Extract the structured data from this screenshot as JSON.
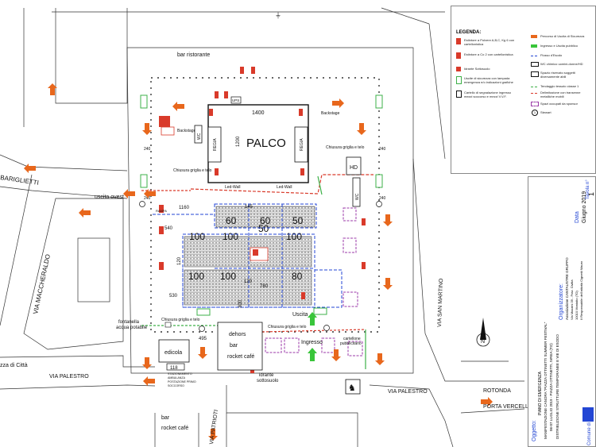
{
  "plan": {
    "stage": "PALCO",
    "stage_width": "1400",
    "stage_depth": "1200",
    "ups": "UPS",
    "regia_label": "REGIA",
    "led_wall": "Led-Wall",
    "backstage": "Backstage",
    "bar_ristorante": "bar ristorante",
    "uscita_ovest": "uscita ovest",
    "uscita": "Uscita",
    "ingresso": "Ingresso",
    "chiusura": "Chiusura griglia e telo",
    "fontanella": [
      "fontanella",
      "acqua potabile"
    ],
    "dehors": [
      "dehors",
      "bar",
      "rocket café"
    ],
    "edicola": "edicola",
    "cartellone": [
      "cartellone",
      "pubblicitario"
    ],
    "ambulanza": [
      "STAZIONAMENTO",
      "AMBULANZA",
      "POSTAZIONE PRIMO",
      "SOCCORSO"
    ],
    "ambulanza_num": "118",
    "idrante": [
      "idrante",
      "sottosuolo"
    ],
    "hd": "HD",
    "wc": "WC",
    "rampa": "RAMPA",
    "bar_bottom": [
      "bar",
      "rocket café"
    ],
    "dims": {
      "d1160": "1160",
      "d145": "145",
      "d540": "540",
      "d120a": "120",
      "d530": "530",
      "d780": "780",
      "d120b": "120",
      "d495": "495",
      "d300": "300",
      "d240a": "240",
      "d240b": "240",
      "d240c": "240",
      "d240d": "240"
    },
    "seat_blocks": [
      "60",
      "60",
      "50",
      "100",
      "100",
      "50",
      "100",
      "100",
      "100",
      "80"
    ]
  },
  "streets": {
    "barigliett": "BARIGLIETTI",
    "maccheraldo": "VIA MACCHERALDO",
    "piazza": "zza di Città",
    "palestro_left": "VIA PALESTRO",
    "palestro_right": "VIA PALESTRO",
    "patrioti": "VIA PATRIOTI",
    "san_martino": "VIA SAN MARTINO",
    "rotonda": "ROTONDA",
    "porta_vercelli": "PORTA VERCELLI"
  },
  "legend": {
    "title": "LEGENDA:",
    "items_left": [
      "Estintore a Polvere A,B,C, Kg 6 con cartellonistica",
      "Estintore a Co 2 con cartellonistica",
      "Idrante Sottosuolo",
      "Uscite di sicurezza con lampada emergenza e/o indicazioni grafiche",
      "Cartello di segnalazione ingresso mezzi soccorso e mezzi V.V.F."
    ],
    "items_right": [
      "Percorso di Uscita di Sicurezza",
      "Ingresso e Uscita pubblico",
      "Flusso d'Esodo",
      "WC chimico uomini-donne/HD",
      "Spazio riservato soggetti diversamente abili",
      "Tendaggio tessuto classe 1",
      "Delimitazione con transenne metalliche mobili",
      "Spazi occupati da sponsor",
      "Stewart"
    ],
    "steward_symbol": "1"
  },
  "title_block": {
    "org_label": "Organizzatore:",
    "org_lines": [
      "Associazione CANTAUSTRE GRUPPO",
      "Via Mazzini 39 - Fraz. Civiltà",
      "10010 Montalto (TO)",
      "Il Responsabile dell'attività Cignetti Mauro"
    ],
    "object_label": "Oggetto:",
    "object_lines": [
      "PIANO DI EMERGENZA",
      "MANIFESTAZIONE CANORA \"PIAZZA OTTINETTI SUMMER FESTIVAL\"",
      "06-07 LUGLIO 2019 - PIAZZA OTTINETTI, IVREA (TO)",
      "DISTRIBUZIONE STRUTTURE TEMPORANEE E VIE DI ESODO"
    ],
    "date_label": "Data",
    "date": "Giugno 2019",
    "tav_label": "Tavola n°",
    "tav": "1",
    "comune": "Comune di Ivrea"
  },
  "colors": {
    "exit_arrow": "#e8671c",
    "public_arrow": "#39c53a",
    "flow": "#2346d4",
    "seat": "#555555",
    "sponsor": "#9b3aa8",
    "fence_red": "#d93a2a",
    "fence_green": "#3db048"
  }
}
